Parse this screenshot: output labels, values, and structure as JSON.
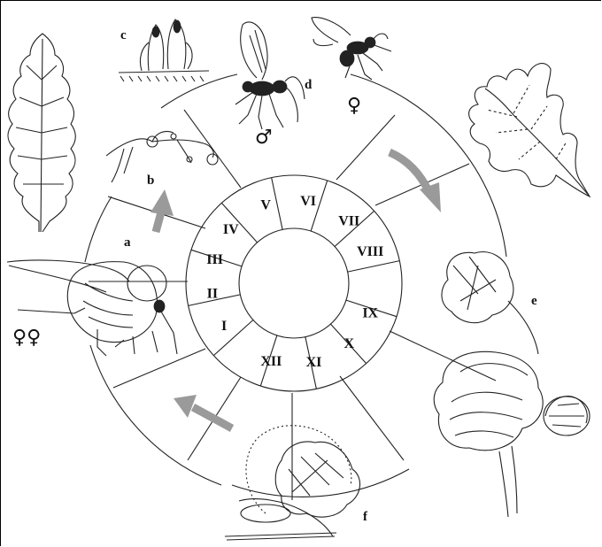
{
  "months": [
    "I",
    "II",
    "III",
    "IV",
    "V",
    "VI",
    "VII",
    "VIII",
    "IX",
    "X",
    "XI",
    "XII"
  ],
  "labels": {
    "a": "a",
    "b": "b",
    "c": "c",
    "d": "d",
    "e": "e",
    "f": "f"
  },
  "sex_symbols": {
    "female_single": "♀",
    "male": "♂",
    "female_pair": "♀♀"
  },
  "colors": {
    "ink": "#111111",
    "arrow": "#9a9a9a",
    "background": "#ffffff"
  }
}
